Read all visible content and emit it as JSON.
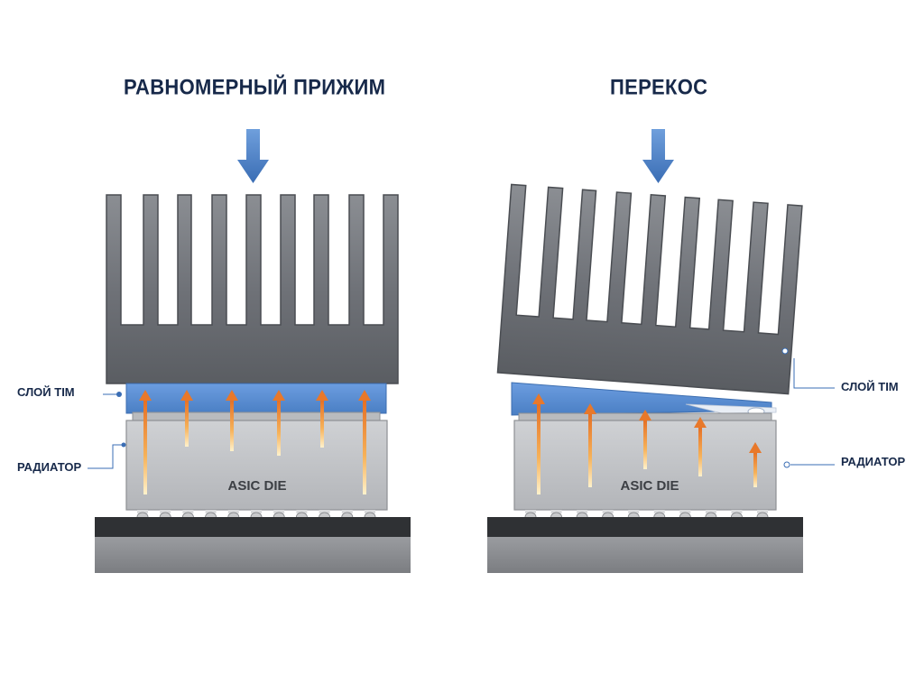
{
  "titles": {
    "left": "РАВНОМЕРНЫЙ ПРИЖИМ",
    "right": "ПЕРЕКОС"
  },
  "labels": {
    "tim_left": "СЛОЙ TIM",
    "heatsink_left": "РАДИАТОР",
    "tim_right": "СЛОЙ TIM",
    "heatsink_right": "РАДИАТОР",
    "die_left": "ASIC DIE",
    "die_right": "ASIC DIE"
  },
  "colors": {
    "title": "#17294a",
    "press_arrow": "#4a7fc4",
    "tim": "#5b8ed3",
    "heat_arrow_top": "#e8782a",
    "heat_arrow_bottom": "#ffe7b0",
    "metal": "#6e7177",
    "die": "#c3c5c8",
    "substrate": "#2f3134",
    "board": "#8a8c90"
  },
  "icons": {
    "press": "down-arrow-icon",
    "heat": "up-arrow-icon"
  }
}
